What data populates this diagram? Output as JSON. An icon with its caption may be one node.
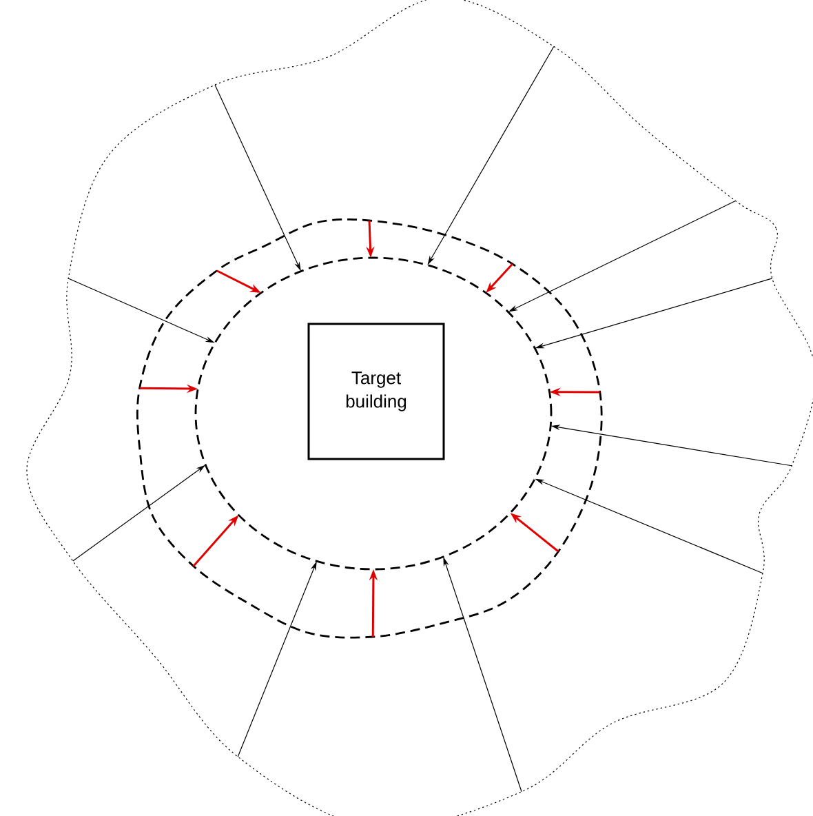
{
  "diagram": {
    "nodes": [
      {
        "text": [],
        "shape": "cloud"
      },
      {
        "text": [],
        "shape": "cloud",
        "in": 0
      },
      {
        "text": [],
        "shape": "circle",
        "in": 1
      },
      {
        "text": [
          "Target building"
        ],
        "in": 2
      }
    ],
    "edges": [
      {
        "from": 0,
        "to": 2,
        "arrow": "to"
      },
      {
        "from": 0,
        "to": 2,
        "arrow": "to"
      },
      {
        "from": 0,
        "to": 2,
        "arrow": "to"
      },
      {
        "from": 0,
        "to": 2,
        "arrow": "to"
      },
      {
        "from": 0,
        "to": 2,
        "arrow": "to"
      },
      {
        "from": 0,
        "to": 2,
        "arrow": "to"
      },
      {
        "from": 0,
        "to": 2,
        "arrow": "to"
      },
      {
        "from": 0,
        "to": 2,
        "arrow": "to"
      },
      {
        "from": 0,
        "to": 2,
        "arrow": "to"
      },
      {
        "from": 0,
        "to": 2,
        "arrow": "to"
      },
      {
        "from": 1,
        "to": 2,
        "arrow": "to",
        "color": "#e00000"
      },
      {
        "from": 1,
        "to": 2,
        "arrow": "to",
        "color": "#e00000"
      },
      {
        "from": 1,
        "to": 2,
        "arrow": "to",
        "color": "#e00000"
      },
      {
        "from": 1,
        "to": 2,
        "arrow": "to",
        "color": "#e00000"
      },
      {
        "from": 1,
        "to": 2,
        "arrow": "to",
        "color": "#e00000"
      },
      {
        "from": 1,
        "to": 2,
        "arrow": "to",
        "color": "#e00000"
      },
      {
        "from": 1,
        "to": 2,
        "arrow": "to",
        "color": "#e00000"
      },
      {
        "from": 1,
        "to": 2,
        "arrow": "to",
        "color": "#e00000"
      }
    ]
  }
}
